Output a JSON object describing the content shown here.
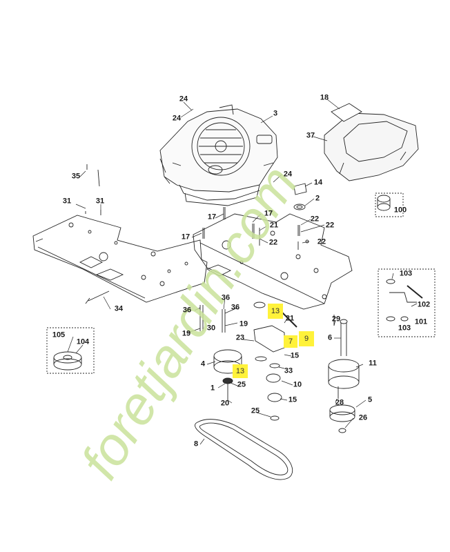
{
  "watermark": {
    "text": "foretjardin.com",
    "green": "#c9e29a",
    "orange": "#f2b28a",
    "brown": "#c8b49a"
  },
  "highlight_color": "#fff23a",
  "labels": {
    "p24a": "24",
    "p24b": "24",
    "p3": "3",
    "p18": "18",
    "p37": "37",
    "p35": "35",
    "p31a": "31",
    "p31b": "31",
    "p24c": "24",
    "p14": "14",
    "p2": "2",
    "p100": "100",
    "p17a": "17",
    "p17b": "17",
    "p17c": "17",
    "p21": "21",
    "p22a": "22",
    "p22b": "22",
    "p22c": "22",
    "p22d": "22",
    "p103a": "103",
    "p103b": "103",
    "p102": "102",
    "p101": "101",
    "p34": "34",
    "p36a": "36",
    "p36b": "36",
    "p19a": "19",
    "p19b": "19",
    "p30": "30",
    "p21b": "21",
    "p29": "29",
    "p23": "23",
    "p6": "6",
    "p105": "105",
    "p104": "104",
    "p4": "4",
    "p15a": "15",
    "p15b": "15",
    "p11": "11",
    "p25a": "25",
    "p25b": "25",
    "p33": "33",
    "p1": "1",
    "p10": "10",
    "p20": "20",
    "p28": "28",
    "p5": "5",
    "p26": "26",
    "p8": "8"
  },
  "highlights": {
    "h13a": "13",
    "h9": "9",
    "h7": "7",
    "h13b": "13"
  }
}
